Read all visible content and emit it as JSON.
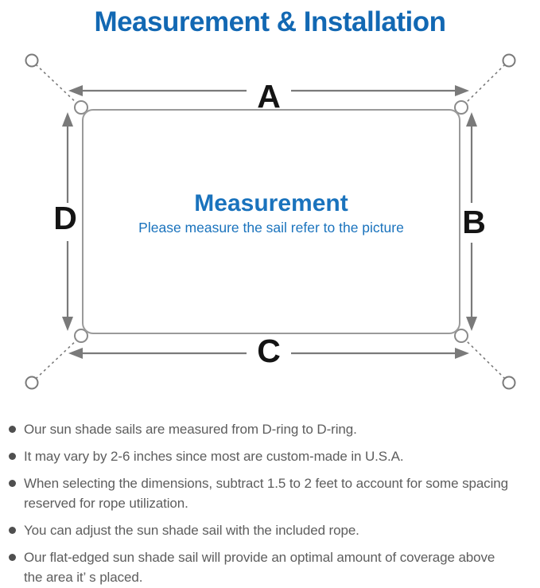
{
  "page": {
    "title": "Measurement & Installation"
  },
  "diagram": {
    "edge_labels": {
      "top": "A",
      "right": "B",
      "bottom": "C",
      "left": "D"
    },
    "center": {
      "heading": "Measurement",
      "subheading": "Please measure the sail refer to the picture"
    }
  },
  "icons": {
    "bullet": "filled-circle",
    "anchor_point": "open-circle",
    "d_ring": "corner-half-ring",
    "rope": "dashed-line",
    "dimension_arrow": "double-headed-arrow"
  },
  "colors": {
    "title_blue": "#1268b3",
    "center_blue": "#1a73bd",
    "diagram_gray": "#7a7a7a",
    "sail_outline_gray": "#9a9a9a",
    "label_black": "#141414",
    "note_text_gray": "#5d5d5d",
    "background": "#ffffff"
  },
  "notes": {
    "items": [
      "Our sun shade sails are measured from D-ring to D-ring.",
      "It may vary by 2-6 inches since most are custom-made in U.S.A.",
      "When selecting the dimensions, subtract 1.5 to 2 feet to account for some spacing\nreserved for rope utilization.",
      "You can adjust the sun shade sail with the included rope.",
      "Our flat-edged sun shade sail will provide an optimal amount of coverage above\nthe area it’ s placed."
    ]
  }
}
